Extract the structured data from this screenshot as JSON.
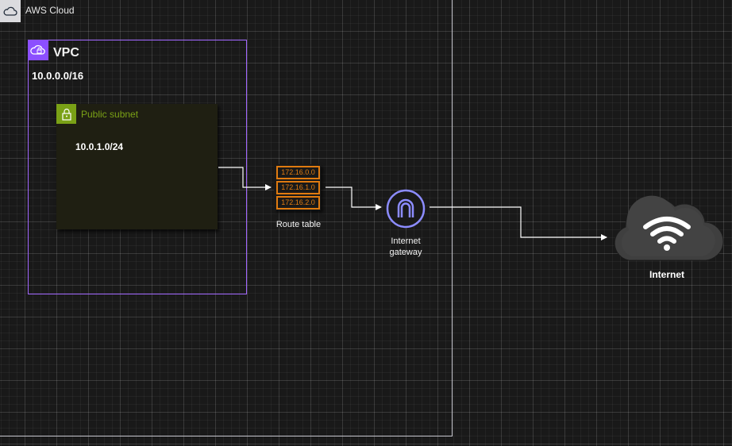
{
  "aws_cloud": {
    "label": "AWS Cloud"
  },
  "vpc": {
    "label": "VPC",
    "cidr": "10.0.0.0/16"
  },
  "subnet": {
    "label": "Public subnet",
    "cidr": "10.0.1.0/24"
  },
  "route_table": {
    "label": "Route table",
    "routes": [
      "172.16.0.0",
      "172.16.1.0",
      "172.16.2.0"
    ]
  },
  "internet_gateway": {
    "label_line1": "Internet",
    "label_line2": "gateway"
  },
  "internet": {
    "label": "Internet"
  },
  "colors": {
    "vpc": "#8c4fff",
    "subnet": "#7aa116",
    "route_table": "#e07b10",
    "gateway": "#8c8cff"
  }
}
